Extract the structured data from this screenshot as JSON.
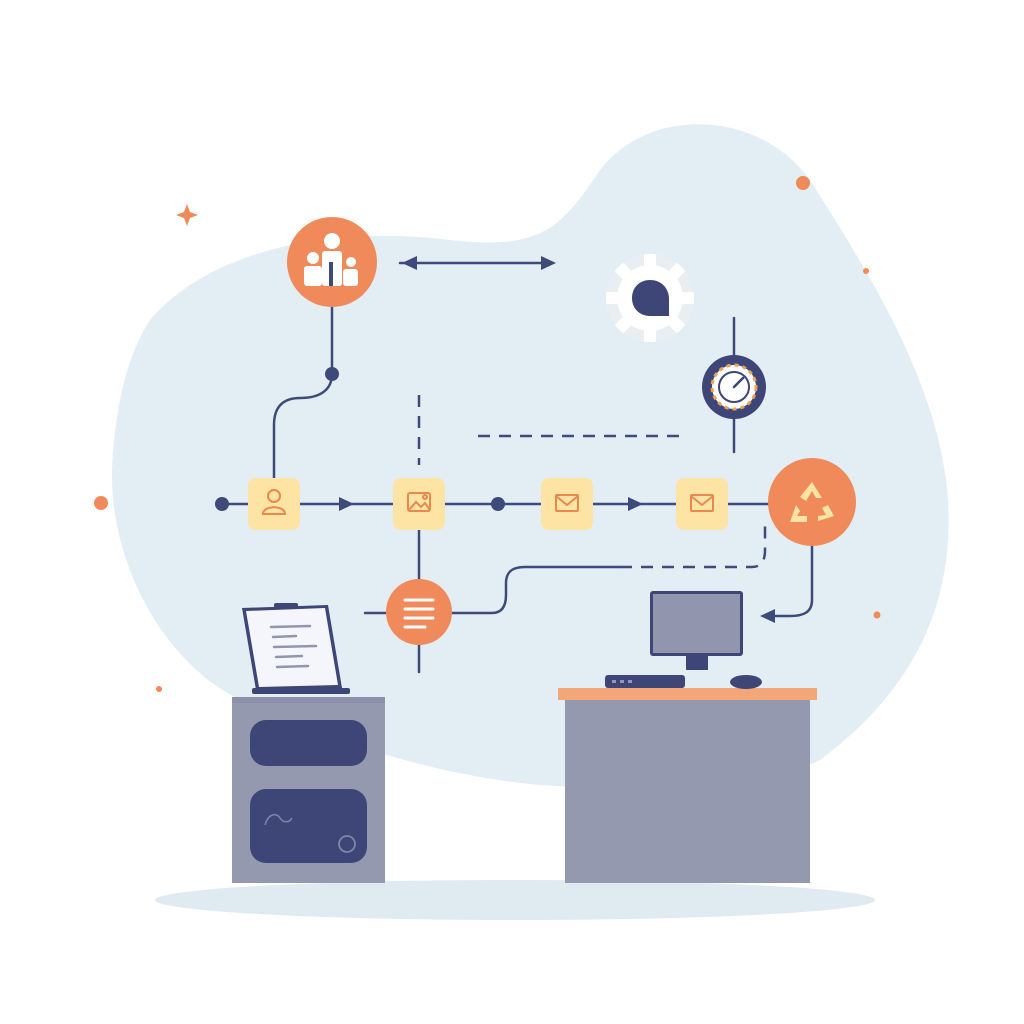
{
  "palette": {
    "background": "#ffffff",
    "blob": "#e3eef4",
    "ground": "#dfeaf1",
    "line": "#3d4a7a",
    "orange": "#f08a5a",
    "orange_light": "#fde3a4",
    "node_icon_orange": "#e8894f",
    "gray_furniture": "#9599b0",
    "dark_navy": "#3d4677",
    "desk_top": "#f3a778",
    "monitor_screen": "#9196ae",
    "gear_light": "#ffffff",
    "accent_dot": "#f08a5a"
  },
  "diagram": {
    "nodes": [
      {
        "id": "people-node",
        "kind": "circle-orange",
        "icon": "people-icon"
      },
      {
        "id": "recycle-node",
        "kind": "circle-orange",
        "icon": "recycle-icon"
      },
      {
        "id": "document-node",
        "kind": "circle-orange",
        "icon": "document-icon"
      },
      {
        "id": "user-step",
        "kind": "tile",
        "icon": "user-icon"
      },
      {
        "id": "image-step",
        "kind": "tile",
        "icon": "image-icon"
      },
      {
        "id": "mail-step-1",
        "kind": "tile",
        "icon": "mail-icon"
      },
      {
        "id": "mail-step-2",
        "kind": "tile",
        "icon": "mail-icon"
      },
      {
        "id": "gear-node",
        "kind": "gear",
        "icon": "gear-icon"
      },
      {
        "id": "gauge-node",
        "kind": "gauge",
        "icon": "gauge-icon"
      }
    ],
    "objects": [
      "laptop",
      "filing-cabinet",
      "desk",
      "monitor",
      "keyboard",
      "mouse"
    ]
  }
}
